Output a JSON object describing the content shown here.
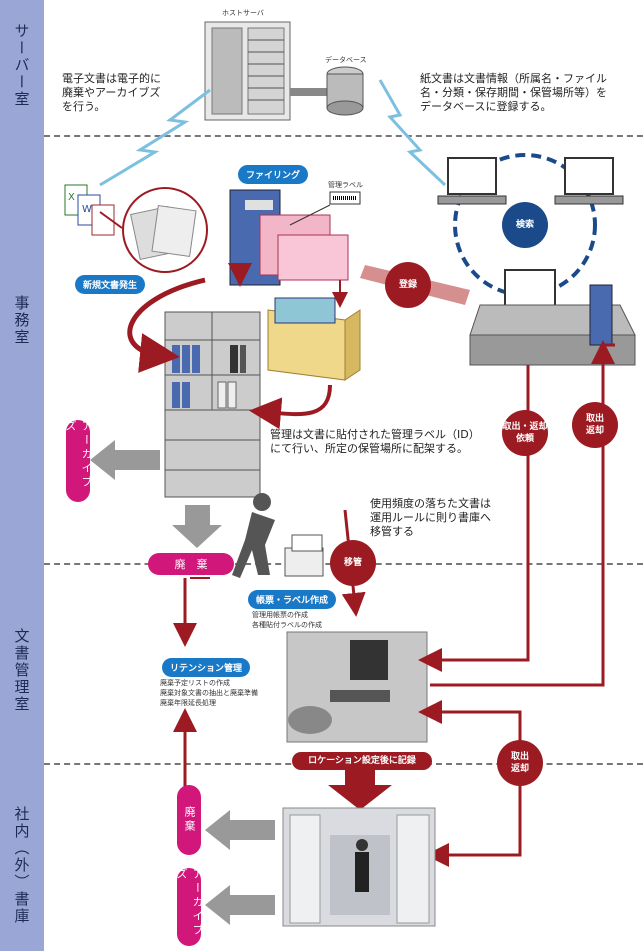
{
  "lanes": {
    "server": "サーバー室",
    "office": "事務室",
    "records": "文書管理室",
    "warehouse": "社内（外）書庫"
  },
  "labels": {
    "host_server": "ホストサーバ",
    "database": "データベース",
    "electronic_docs": "電子文書は電子的に\n廃棄やアーカイブズ\nを行う。",
    "paper_docs": "紙文書は文書情報（所属名・ファイル\n名・分類・保存期間・保管場所等）を\nデータベースに登録する。",
    "filing": "ファイリング",
    "mgmt_label": "管理ラベル",
    "new_doc": "新規文書発生",
    "search": "検索",
    "register": "登録",
    "mgmt_note": "管理は文書に貼付された管理ラベル（ID）\nにて行い、所定の保管場所に配架する。",
    "transfer_note": "使用頻度の落ちた文書は\n運用ルールに則り書庫へ\n移管する",
    "archives": "アーカイブズ",
    "disposal": "廃　棄",
    "disposal_vert": "廃棄",
    "transfer": "移管",
    "ledger_label": "帳票・ラベル作成",
    "ledger_items": [
      "管理用帳票の作成",
      "各種貼付ラベルの作成"
    ],
    "retention": "リテンション管理",
    "retention_items": [
      "廃棄予定リストの作成",
      "廃棄対象文書の抽出と廃棄準備",
      "廃棄年限延長処理"
    ],
    "retrieve_request": "取出・返却\n依頼",
    "retrieve_return": "取出\n返却",
    "retrieve_return2": "取出\n返却",
    "location_record": "ロケーション設定後に記録"
  },
  "colors": {
    "lane": "#9aa6d6",
    "accent_red": "#9c1b22",
    "accent_pink": "#d1177a",
    "accent_blue": "#1a79c7"
  }
}
